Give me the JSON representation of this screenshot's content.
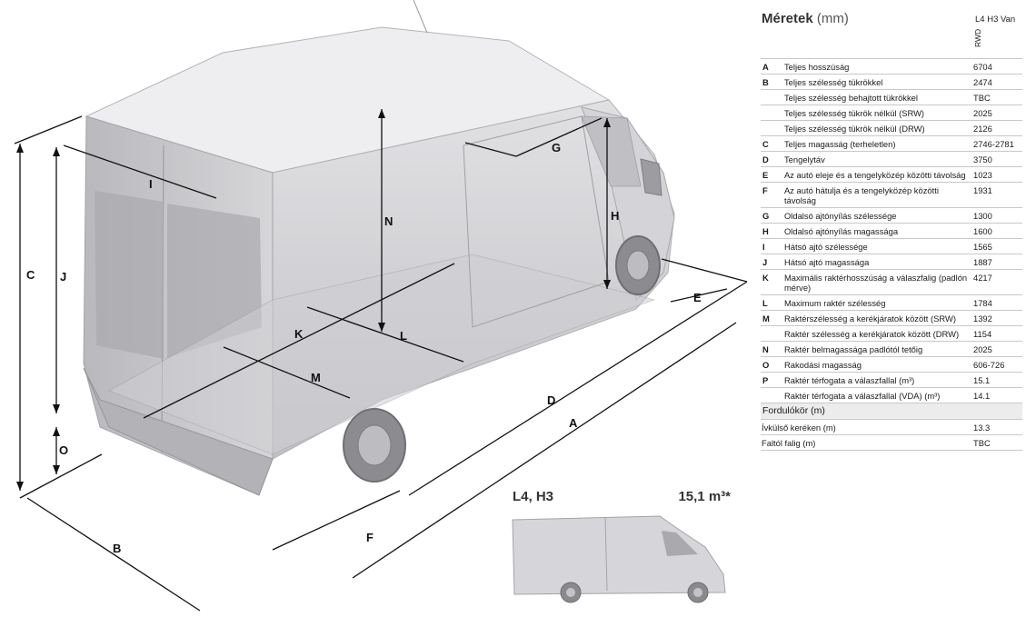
{
  "panel": {
    "title_bold": "Méretek",
    "title_unit": "(mm)",
    "variant": "L4 H3 Van",
    "drive": "RWD"
  },
  "specs": [
    {
      "code": "A",
      "label": "Teljes hosszúság",
      "value": "6704"
    },
    {
      "code": "B",
      "label": "Teljes szélesség tükrökkel",
      "value": "2474"
    },
    {
      "code": "",
      "label": "Teljes szélesség behajtott tükrökkel",
      "value": "TBC"
    },
    {
      "code": "",
      "label": "Teljes szélesség tükrök nélkül (SRW)",
      "value": "2025"
    },
    {
      "code": "",
      "label": "Teljes szélesség tükrök nélkül (DRW)",
      "value": "2126"
    },
    {
      "code": "C",
      "label": "Teljes magasság (terheletlen)",
      "value": "2746-2781"
    },
    {
      "code": "D",
      "label": "Tengelytáv",
      "value": "3750"
    },
    {
      "code": "E",
      "label": "Az autó eleje és a tengelyközép közötti távolság",
      "value": "1023"
    },
    {
      "code": "F",
      "label": "Az autó hátulja és a tengelyközép közötti távolság",
      "value": "1931"
    },
    {
      "code": "G",
      "label": "Oldalsó ajtónyílás szélessége",
      "value": "1300"
    },
    {
      "code": "H",
      "label": "Oldalsó ajtónyílás magassága",
      "value": "1600"
    },
    {
      "code": "I",
      "label": "Hátsó ajtó szélessége",
      "value": "1565"
    },
    {
      "code": "J",
      "label": "Hátsó ajtó magassága",
      "value": "1887"
    },
    {
      "code": "K",
      "label": "Maximális raktérhosszúság a válaszfalig (padlón mérve)",
      "value": "4217"
    },
    {
      "code": "L",
      "label": "Maximum raktér szélesség",
      "value": "1784"
    },
    {
      "code": "M",
      "label": "Raktérszélesség a kerékjáratok között (SRW)",
      "value": "1392"
    },
    {
      "code": "",
      "label": "Raktér szélesség a kerékjáratok között (DRW)",
      "value": "1154"
    },
    {
      "code": "N",
      "label": "Raktér belmagassága padlótól tetőig",
      "value": "2025"
    },
    {
      "code": "O",
      "label": "Rakodási magasság",
      "value": "606-726"
    },
    {
      "code": "P",
      "label": "Raktér térfogata a válaszfallal (m³)",
      "value": "15.1"
    },
    {
      "code": "",
      "label": "Raktér térfogata a válaszfallal (VDA) (m³)",
      "value": "14.1"
    }
  ],
  "turning": {
    "heading": "Fordulókör (m)",
    "rows": [
      {
        "label": "Ívkülső keréken (m)",
        "value": "13.3"
      },
      {
        "label": "Faltól falig (m)",
        "value": "TBC"
      }
    ]
  },
  "figure_labels": {
    "A": "A",
    "B": "B",
    "C": "C",
    "D": "D",
    "E": "E",
    "F": "F",
    "G": "G",
    "H": "H",
    "I": "I",
    "J": "J",
    "K": "K",
    "L": "L",
    "M": "M",
    "N": "N",
    "O": "O"
  },
  "thumbnail": {
    "model": "L4, H3",
    "volume": "15,1 m³*"
  }
}
